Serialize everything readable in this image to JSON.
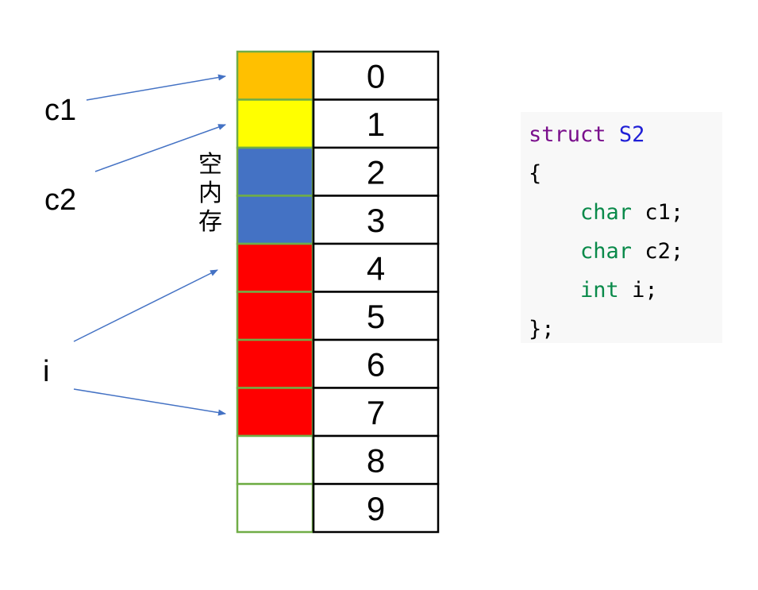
{
  "memory": {
    "cells": [
      {
        "index": "0",
        "color": "#FFC000"
      },
      {
        "index": "1",
        "color": "#FFFF00"
      },
      {
        "index": "2",
        "color": "#4472C4"
      },
      {
        "index": "3",
        "color": "#4472C4"
      },
      {
        "index": "4",
        "color": "#FF0000"
      },
      {
        "index": "5",
        "color": "#FF0000"
      },
      {
        "index": "6",
        "color": "#FF0000"
      },
      {
        "index": "7",
        "color": "#FF0000"
      },
      {
        "index": "8",
        "color": "#FFFFFF"
      },
      {
        "index": "9",
        "color": "#FFFFFF"
      }
    ],
    "cell_border_color": "#70AD47",
    "index_border_color": "#000000"
  },
  "labels": {
    "c1": "c1",
    "c2": "c2",
    "i": "i",
    "empty_memory": [
      "空",
      "内",
      "存"
    ]
  },
  "arrow_color": "#4472C4",
  "code": {
    "keyword_struct": "struct",
    "struct_name": "S2",
    "open_brace": "{",
    "fields": [
      {
        "type": "char",
        "name": "c1;"
      },
      {
        "type": "char",
        "name": "c2;"
      },
      {
        "type": "int",
        "name": "i;"
      }
    ],
    "close": "};"
  }
}
